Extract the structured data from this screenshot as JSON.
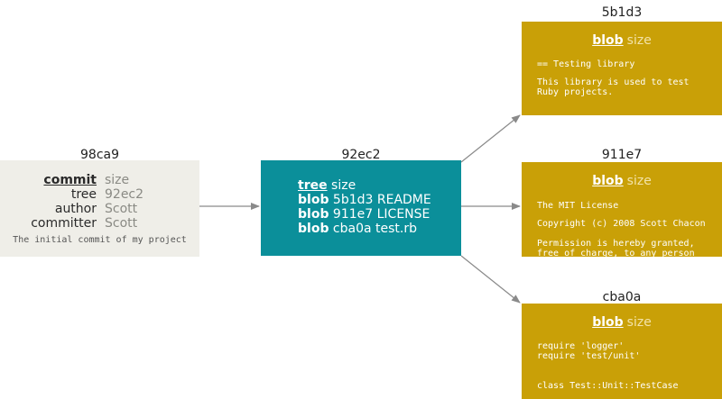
{
  "commit": {
    "hash": "98ca9",
    "fields": [
      {
        "key": "commit",
        "value": "size"
      },
      {
        "key": "tree",
        "value": "92ec2"
      },
      {
        "key": "author",
        "value": "Scott"
      },
      {
        "key": "committer",
        "value": "Scott"
      }
    ],
    "message": "The initial commit of my project"
  },
  "tree": {
    "hash": "92ec2",
    "rows": [
      {
        "type": "tree",
        "text": "size"
      },
      {
        "type": "blob",
        "text": "5b1d3 README"
      },
      {
        "type": "blob",
        "text": "911e7 LICENSE"
      },
      {
        "type": "blob",
        "text": "cba0a test.rb"
      }
    ]
  },
  "blobs": [
    {
      "hash": "5b1d3",
      "label": "blob",
      "size": "size",
      "lines": [
        "== Testing library",
        "",
        "This library is used to test",
        "Ruby projects."
      ]
    },
    {
      "hash": "911e7",
      "label": "blob",
      "size": "size",
      "lines": [
        "The MIT License",
        "",
        "Copyright (c) 2008 Scott Chacon",
        "",
        "Permission is hereby granted,",
        "free of charge, to any person"
      ]
    },
    {
      "hash": "cba0a",
      "label": "blob",
      "size": "size",
      "lines": [
        "require 'logger'",
        "require 'test/unit'",
        "",
        "",
        "class Test::Unit::TestCase"
      ]
    }
  ],
  "colors": {
    "commit_bg": "#efeee8",
    "tree_bg": "#0b8f9a",
    "blob_bg": "#c9a007",
    "arrow": "#8a8a8a"
  }
}
